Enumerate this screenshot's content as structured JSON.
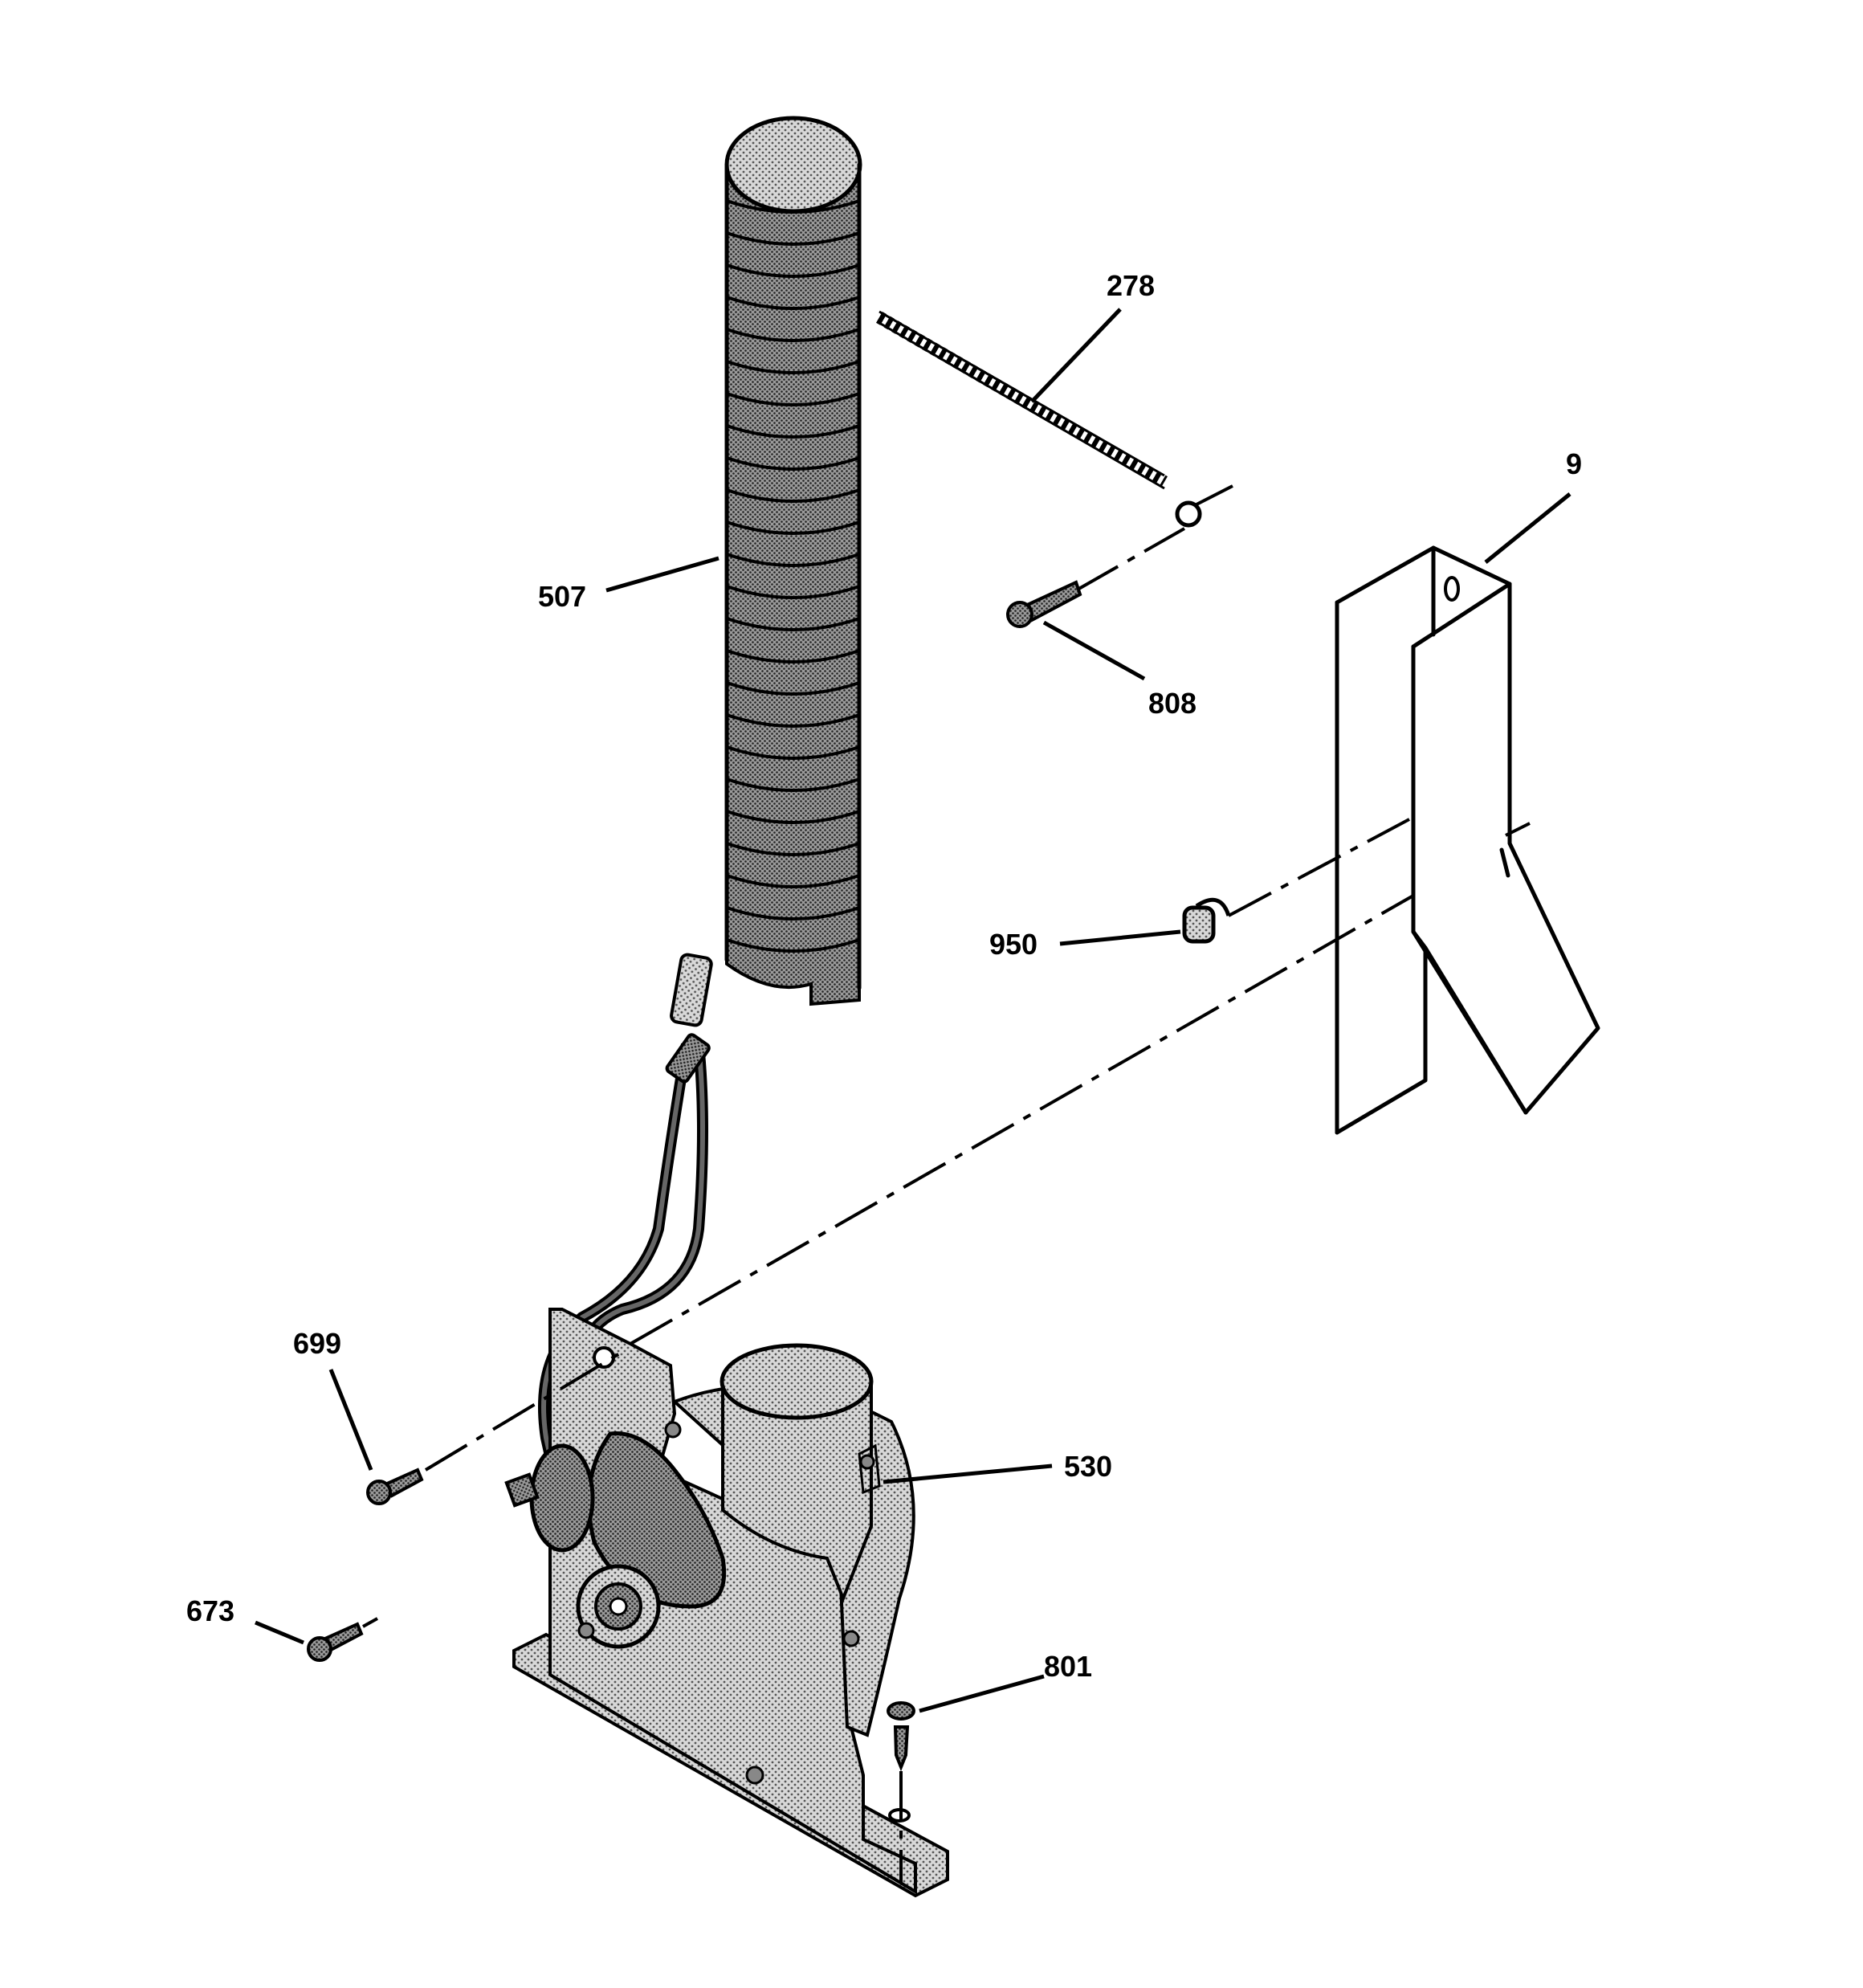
{
  "callouts": {
    "c278": "278",
    "c9": "9",
    "c507": "507",
    "c808": "808",
    "c950": "950",
    "c699": "699",
    "c530": "530",
    "c673": "673",
    "c801": "801"
  },
  "colors": {
    "ink": "#000000",
    "paper": "#ffffff"
  },
  "parts": [
    "flex-duct",
    "cable-tie",
    "bracket",
    "screw",
    "clip",
    "blower-assembly"
  ]
}
